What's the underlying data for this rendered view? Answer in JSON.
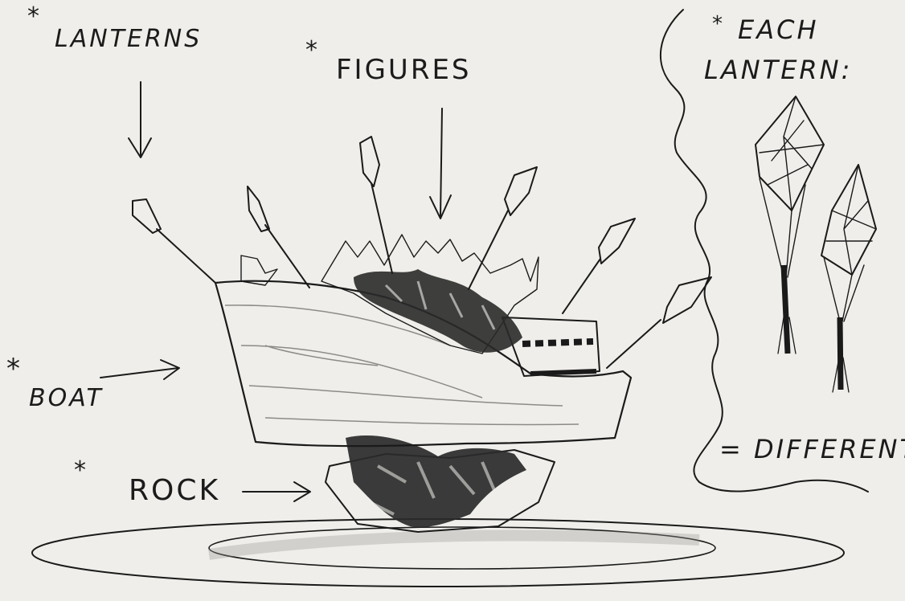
{
  "labels": {
    "lanterns": "LANTERNS",
    "figures": "FIGURES",
    "boat": "BOAT",
    "rock": "ROCK",
    "each_lantern_line1": "EACH",
    "each_lantern_line2": "LANTERN:",
    "different": "= DIFFERENT!",
    "asterisk": "*"
  },
  "icons": {
    "lantern": "lantern-icon",
    "arrow": "arrow-icon",
    "boat": "boat-icon",
    "rock": "rock-icon"
  },
  "colors": {
    "ink": "#1a1a1a",
    "pencil_shade": "#b9b8b4",
    "dark_fill": "#2a2a2a",
    "paper": "#efeeea"
  }
}
